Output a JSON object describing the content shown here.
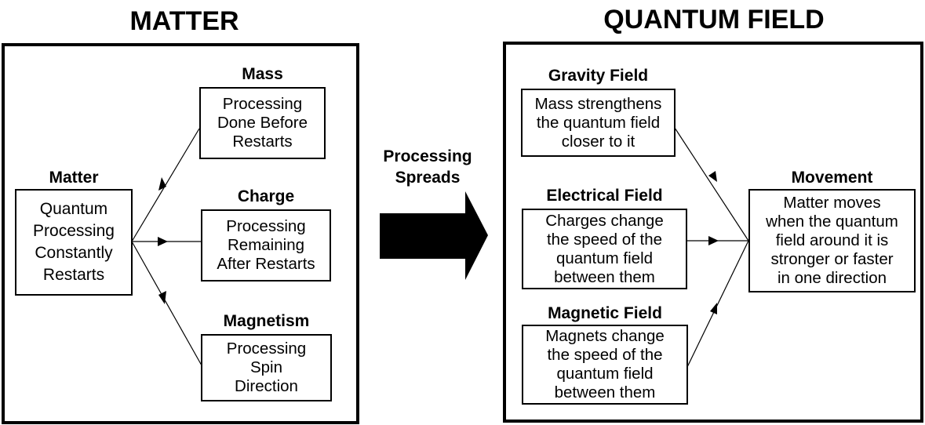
{
  "sections": {
    "matter": {
      "title": "MATTER",
      "source": {
        "label": "Matter",
        "lines": [
          "Quantum",
          "Processing",
          "Constantly",
          "Restarts"
        ]
      },
      "nodes": [
        {
          "label": "Mass",
          "lines": [
            "Processing",
            "Done Before",
            "Restarts"
          ]
        },
        {
          "label": "Charge",
          "lines": [
            "Processing",
            "Remaining",
            "After Restarts"
          ]
        },
        {
          "label": "Magnetism",
          "lines": [
            "Processing",
            "Spin",
            "Direction"
          ]
        }
      ]
    },
    "quantum_field": {
      "title": "QUANTUM FIELD",
      "nodes": [
        {
          "label": "Gravity Field",
          "lines": [
            "Mass strengthens",
            "the quantum field",
            "closer to it"
          ]
        },
        {
          "label": "Electrical Field",
          "lines": [
            "Charges change",
            "the speed of the",
            "quantum field",
            "between them"
          ]
        },
        {
          "label": "Magnetic Field",
          "lines": [
            "Magnets change",
            "the speed of the",
            "quantum field",
            "between them"
          ]
        }
      ],
      "target": {
        "label": "Movement",
        "lines": [
          "Matter moves",
          "when the quantum",
          "field around it is",
          "stronger or faster",
          "in one direction"
        ]
      }
    }
  },
  "transition": {
    "lines": [
      "Processing",
      "Spreads"
    ],
    "icon": "right-arrow-icon"
  },
  "colors": {
    "stroke": "#000000",
    "background": "#ffffff"
  }
}
